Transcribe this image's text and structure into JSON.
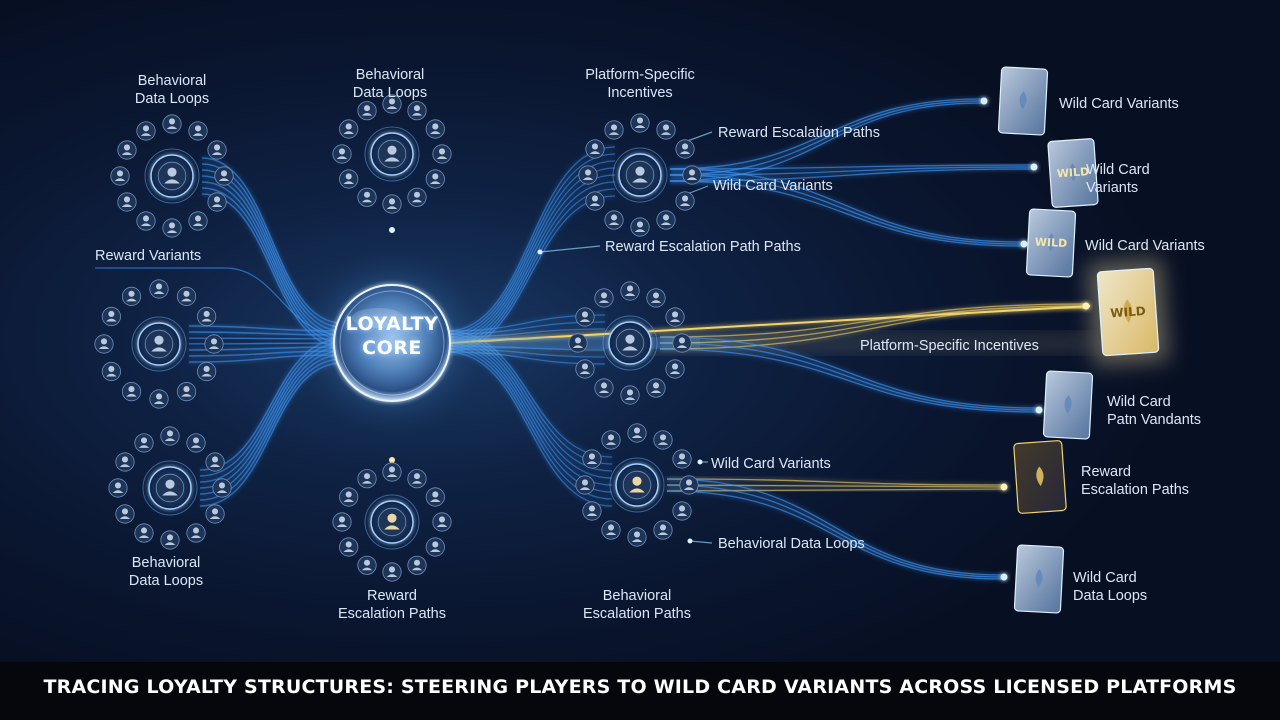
{
  "core": {
    "label": "LOYALTY\nCORE"
  },
  "labels": {
    "tl": "Behavioral\nData Loops",
    "tc": "Behavioral\nData Loops",
    "bl": "Behavioral\nData Loops",
    "reward_variants": "Reward Variants",
    "bc": "Reward\nEscalation Paths",
    "tr_cluster": "Platform-Specific\nIncentives",
    "br_cluster": "Behavioral\nEscalation Paths",
    "flow1": "Reward Escalation Paths",
    "flow2": "Wild Card Variants",
    "flow3": "Reward Escalation Path Paths",
    "flow4": "Platform-Specific Incentives",
    "flow5": "Wild Card Variants",
    "flow6": "Behavioral Data Loops"
  },
  "cards": [
    {
      "label": "Wild Card Variants",
      "face": "",
      "tint": "#b9d4f2"
    },
    {
      "label": "Wild Card\nVariants",
      "face": "WILD",
      "tint": "#a9c6ea"
    },
    {
      "label": "Wild Card Variants",
      "face": "WILD",
      "tint": "#a9c6ea"
    },
    {
      "label": "",
      "face": "WILD",
      "tint": "#f6e3a8"
    },
    {
      "label": "Wild Card\nPatn Vandants",
      "face": "",
      "tint": "#a8d6e8"
    },
    {
      "label": "Reward\nEscalation Paths",
      "face": "",
      "tint": "#e8c878"
    },
    {
      "label": "Wild Card\nData Loops",
      "face": "",
      "tint": "#a9c6ea"
    }
  ],
  "footer": {
    "title": "TRACING LOYALTY STRUCTURES: STEERING PLAYERS TO WILD CARD VARIANTS ACROSS LICENSED PLATFORMS"
  },
  "colors": {
    "blue": "#3f9bff",
    "glow": "#8fd0ff",
    "gold": "#f2d36b",
    "bg": "#0a1428"
  }
}
